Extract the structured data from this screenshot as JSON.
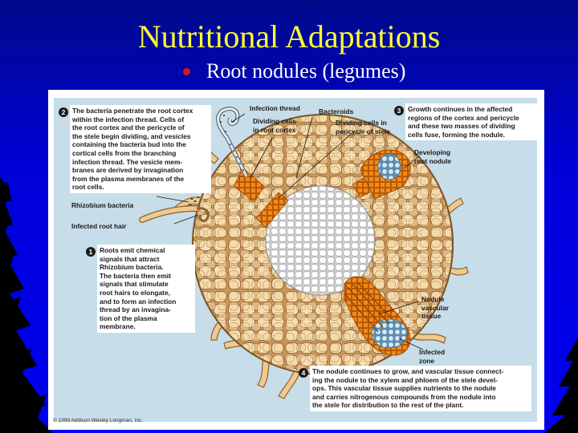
{
  "slide": {
    "title": "Nutritional Adaptations",
    "bullet": "Root nodules (legumes)"
  },
  "figure": {
    "steps": {
      "step1": {
        "number": "1",
        "text": "Roots emit chemical\nsignals that attract\nRhizobium bacteria.\nThe bacteria then emit\nsignals that stimulate\nroot hairs to elongate,\nand to form an infection\nthread by an invagina-\ntion of the plasma\nmembrane."
      },
      "step2": {
        "number": "2",
        "text": "The bacteria penetrate the root cortex\nwithin the infection thread. Cells of\nthe root cortex and the pericycle of\nthe stele begin dividing, and vesicles\ncontaining the bacteria bud into the\ncortical cells from the branching\ninfection thread. The vesicle mem-\nbranes are derived by invagination\nfrom the plasma membranes of the\nroot cells."
      },
      "step3": {
        "number": "3",
        "text": "Growth continues in the affected\nregions of the cortex and pericycle\nand these two masses of dividing\ncells fuse, forming the nodule."
      },
      "step4": {
        "number": "4",
        "text": "The nodule continues to grow, and vascular tissue connect-\ning the nodule to the xylem and phloem of the stele devel-\nops. This vascular tissue supplies nutrients to the nodule\nand carries nitrogenous compounds from the nodule into\nthe stele for distribution to the rest of the plant."
      }
    },
    "labels": {
      "infection_thread": "Infection thread",
      "bacteroids": "Bacteroids",
      "dividing_cortex": "Dividing cells\nin root cortex",
      "dividing_pericycle": "Dividing cells in\npericycle of stele",
      "developing_nodule": "Developing\nroot nodule",
      "rhizobium": "Rhizobium bacteria",
      "infected_root_hair": "Infected root hair",
      "nodule_vascular": "Nodule\nvascular\ntissue",
      "infected_zone": "Infected\nzone"
    },
    "copyright": "© 1999 Addison Wesley Longman, Inc."
  },
  "colors": {
    "background": "#0000e0",
    "title": "#ffff33",
    "bullet": "#d61a1a",
    "panel": "#c7dde9",
    "cortex_cell": "#f6dcae",
    "cortex_fill": "#ce9e5e",
    "stele": "#ffffff",
    "dividing_cells": "#ef8a1f",
    "bacteria": "#bfe0f2"
  }
}
